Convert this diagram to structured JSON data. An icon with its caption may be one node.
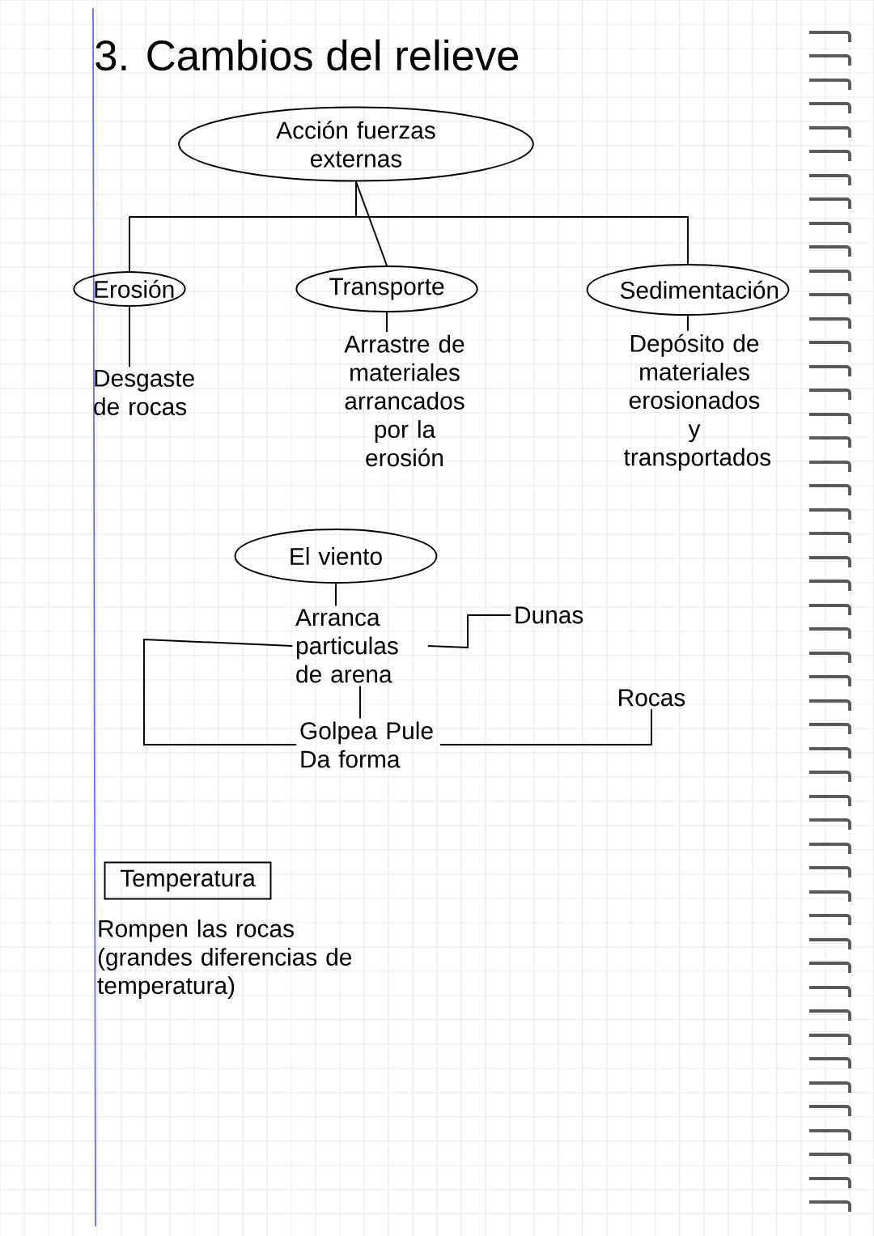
{
  "diagram": {
    "title": "3. Cambios del relieve",
    "nodes": [
      {
        "text": [
          "Acción fuerzas externas"
        ]
      },
      {
        "text": [
          "Erosión"
        ]
      },
      {
        "text": [
          "Transporte"
        ]
      },
      {
        "text": [
          "Sedimentación"
        ]
      },
      {
        "text": [
          "Desgaste de rocas"
        ]
      },
      {
        "text": [
          "Arrastre de materiales arrancados por la erosión"
        ]
      },
      {
        "text": [
          "Depósito de materiales erosionados y transportados"
        ]
      },
      {
        "text": [
          "El viento"
        ]
      },
      {
        "text": [
          "Arranca particulas de arena"
        ]
      },
      {
        "text": [
          "Golpea Pule Da forma"
        ]
      },
      {
        "text": [
          "Dunas"
        ]
      },
      {
        "text": [
          "Rocas"
        ]
      },
      {
        "text": [
          "Temperatura"
        ]
      },
      {
        "text": [
          "Rompen las rocas (grandes diferencias de temperatura)"
        ]
      }
    ],
    "edges": [
      {
        "from": 0,
        "to": 1,
        "arrow": "none"
      },
      {
        "from": 0,
        "to": 2,
        "arrow": "none"
      },
      {
        "from": 0,
        "to": 3,
        "arrow": "none"
      },
      {
        "from": 1,
        "to": 4,
        "arrow": "none"
      },
      {
        "from": 2,
        "to": 5,
        "arrow": "none"
      },
      {
        "from": 3,
        "to": 6,
        "arrow": "none"
      },
      {
        "from": 7,
        "to": 8,
        "arrow": "none"
      },
      {
        "from": 8,
        "to": 9,
        "arrow": "none"
      },
      {
        "from": 8,
        "to": 9,
        "arrow": "none"
      },
      {
        "from": 8,
        "to": 10,
        "arrow": "none"
      },
      {
        "from": 9,
        "to": 11,
        "arrow": "none"
      }
    ]
  }
}
